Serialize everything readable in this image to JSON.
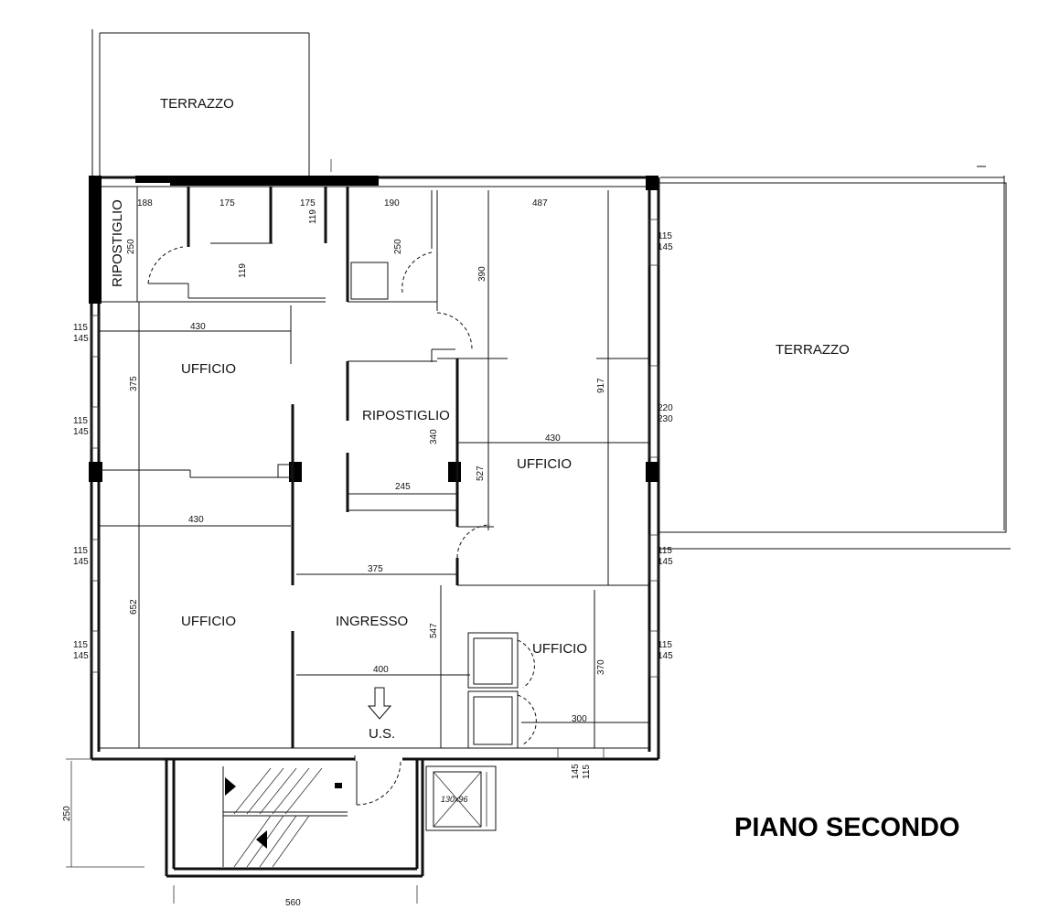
{
  "title": "PIANO SECONDO",
  "rooms": {
    "terrazzo_top": "TERRAZZO",
    "terrazzo_right": "TERRAZZO",
    "ripostiglio_left": "RIPOSTIGLIO",
    "ripostiglio_center": "RIPOSTIGLIO",
    "ufficio_top_left": "UFFICIO",
    "ufficio_bottom_left": "UFFICIO",
    "ufficio_center_right": "UFFICIO",
    "ufficio_bottom_right": "UFFICIO",
    "ingresso": "INGRESSO",
    "us": "U.S."
  },
  "dimensions": {
    "d188": "188",
    "d175a": "175",
    "d175b": "175",
    "d190": "190",
    "d487": "487",
    "d250a": "250",
    "d119a": "119",
    "d119b": "119",
    "d250b": "250",
    "d390": "390",
    "d430a": "430",
    "d375a": "375",
    "d430b": "430",
    "d245": "245",
    "d340": "340",
    "d527": "527",
    "d917": "917",
    "d430c": "430",
    "d652": "652",
    "d375b": "375",
    "d547": "547",
    "d400": "400",
    "d370": "370",
    "d300": "300",
    "d250c": "250",
    "d560": "560",
    "d130x96": "130x96",
    "w115a": "115",
    "w145a": "145",
    "w115b": "115",
    "w145b": "145",
    "w115c": "115",
    "w145c": "145",
    "w115d": "115",
    "w145d": "145",
    "w115e": "115",
    "w145e": "145",
    "w220": "220",
    "w230": "230",
    "w115f": "115",
    "w145f": "145",
    "w115g": "115",
    "w145g": "145",
    "w115h": "115",
    "w145h": "145"
  }
}
